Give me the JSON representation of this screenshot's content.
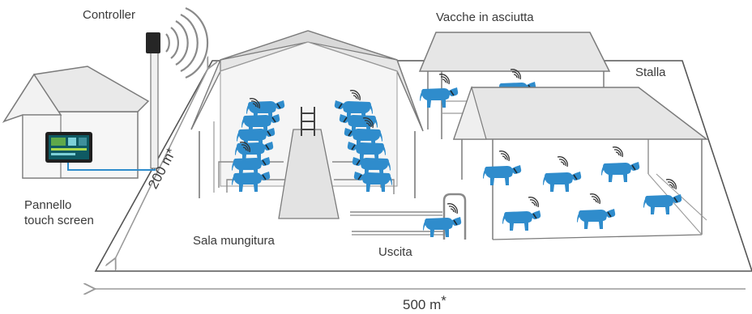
{
  "labels": {
    "controller": "Controller",
    "dry_cows": "Vacche in asciutta",
    "barn": "Stalla",
    "panel_line1": "Pannello",
    "panel_line2": "touch screen",
    "milking_parlor": "Sala mungitura",
    "exit": "Uscita",
    "depth": "200 m",
    "width": "500 m",
    "asterisk": "*"
  },
  "colors": {
    "cow": "#2f8ccc",
    "outline": "#7b7b7b",
    "roof": "#e6e6e6",
    "wall": "#f4f4f4",
    "collar": "#1d2a33"
  },
  "icons": [
    "wifi-signal-icon",
    "cow-icon",
    "touch-panel-icon",
    "house-icon",
    "antenna-icon"
  ]
}
